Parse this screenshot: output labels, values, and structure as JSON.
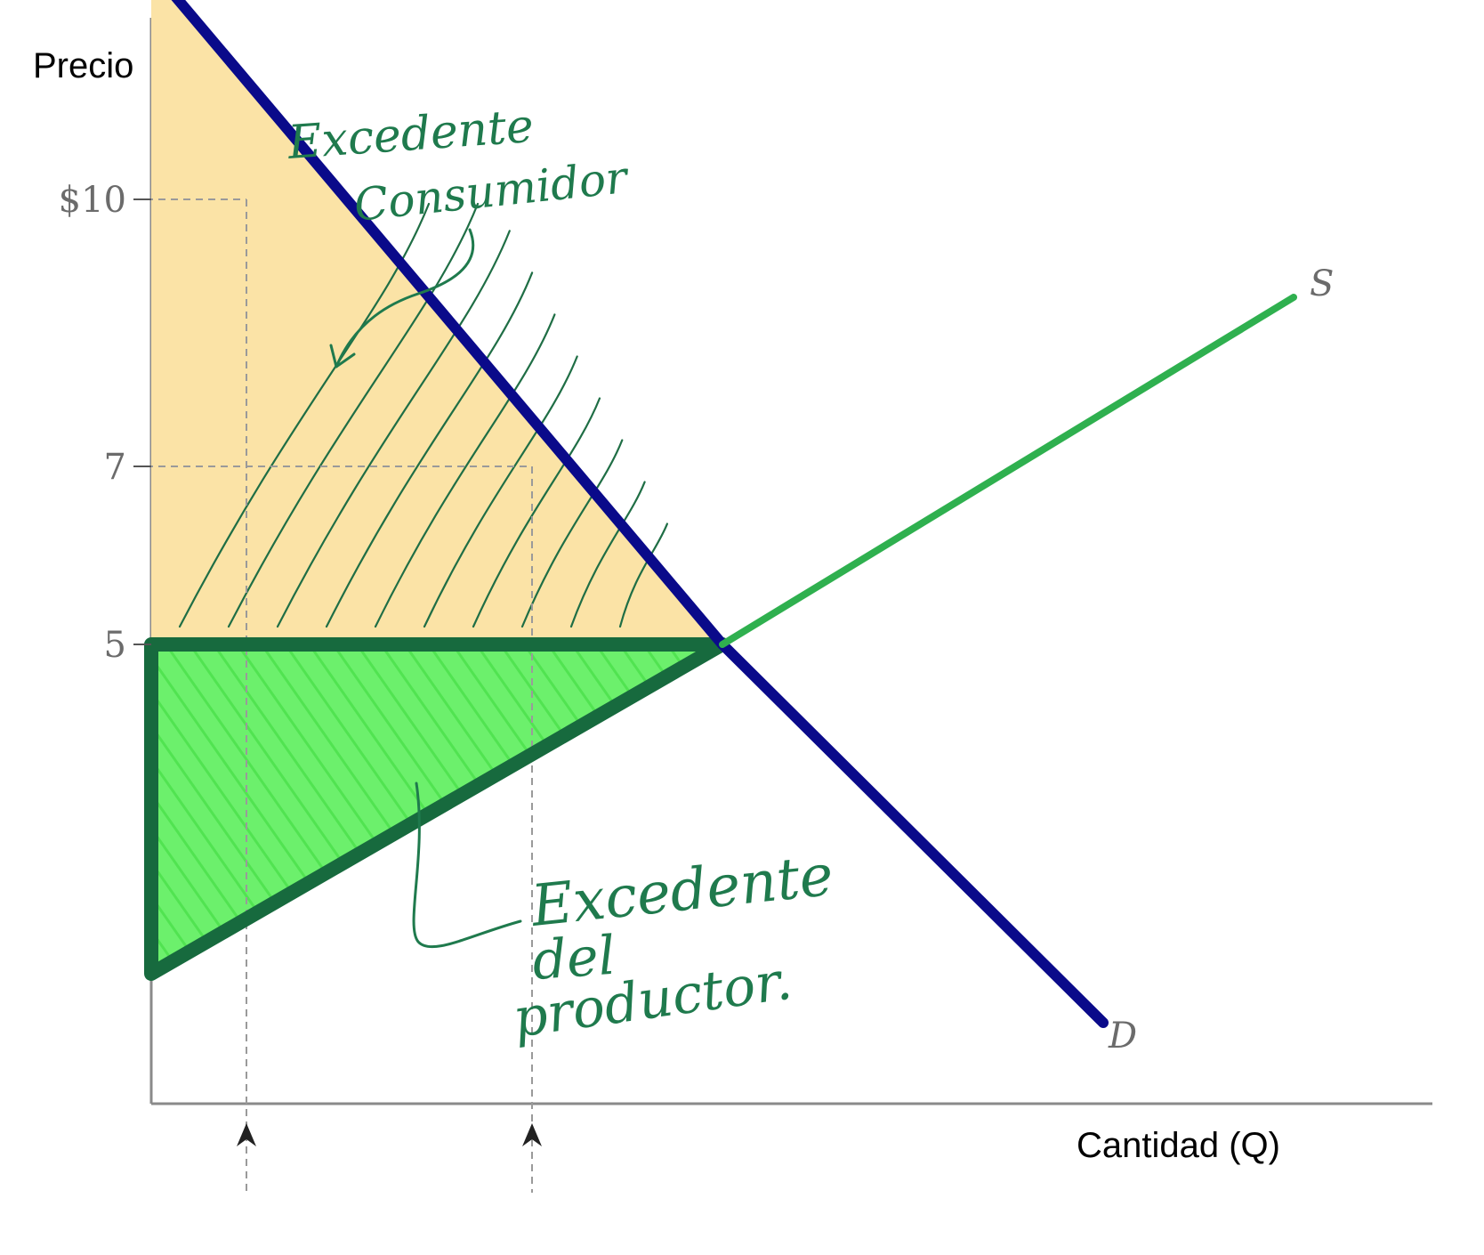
{
  "chart_data": {
    "type": "line",
    "title": "",
    "xlabel": "Cantidad (Q)",
    "ylabel": "Precio",
    "y_ticks": [
      {
        "value": 10,
        "label": "$10"
      },
      {
        "value": 7,
        "label": "7"
      },
      {
        "value": 5,
        "label": "5"
      }
    ],
    "series": [
      {
        "name": "D",
        "points": [
          [
            0,
            12.6
          ],
          [
            6,
            5
          ],
          [
            10,
            0.75
          ]
        ]
      },
      {
        "name": "S",
        "points": [
          [
            6,
            5
          ],
          [
            12,
            8.9
          ]
        ]
      }
    ],
    "equilibrium": {
      "q": 6,
      "price": 5
    },
    "buyer_quantities": [
      1,
      4
    ],
    "annotations": {
      "consumer_surplus": [
        "Excedente",
        "Consumidor"
      ],
      "producer_surplus": [
        "Excedente",
        "del",
        "productor."
      ]
    },
    "colors": {
      "demand": "#0a0a8a",
      "supply": "#2fb04f",
      "consumer_fill": "#fbe3a6",
      "producer_fill": "#6cf06c",
      "producer_border": "#176a3e",
      "handwriting": "#1f7a4d"
    }
  }
}
